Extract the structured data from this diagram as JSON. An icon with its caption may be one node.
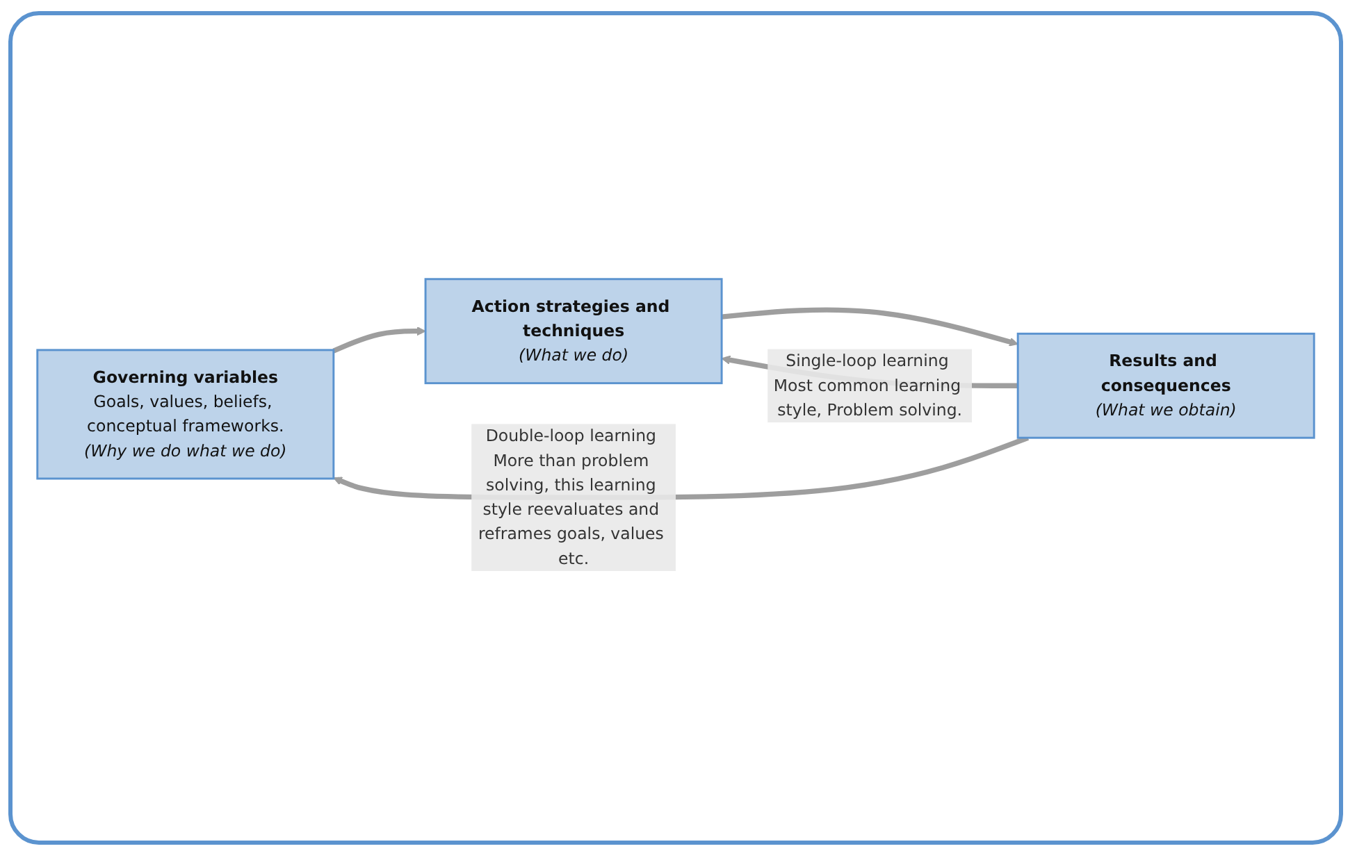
{
  "diagram": {
    "nodes": [
      {
        "text": [
          "Governing variables",
          "Goals, values, beliefs, conceptual frameworks.",
          "(Why we do what we do)"
        ]
      },
      {
        "text": [
          "Action strategies and techniques",
          "(What we do)"
        ]
      },
      {
        "text": [
          "Results and consequences",
          "(What we obtain)"
        ]
      }
    ],
    "edges": [
      {
        "from": 0,
        "to": 1,
        "arrow": "to"
      },
      {
        "from": 1,
        "to": 2,
        "arrow": "to"
      },
      {
        "from": 2,
        "to": 1,
        "arrow": "to",
        "label": "Single-loop learning Most common learning style, Problem solving."
      },
      {
        "from": 2,
        "to": 0,
        "arrow": "to",
        "label": "Double-loop learning More than problem solving, this learning style reevaluates and reframes goals, values etc."
      }
    ]
  }
}
